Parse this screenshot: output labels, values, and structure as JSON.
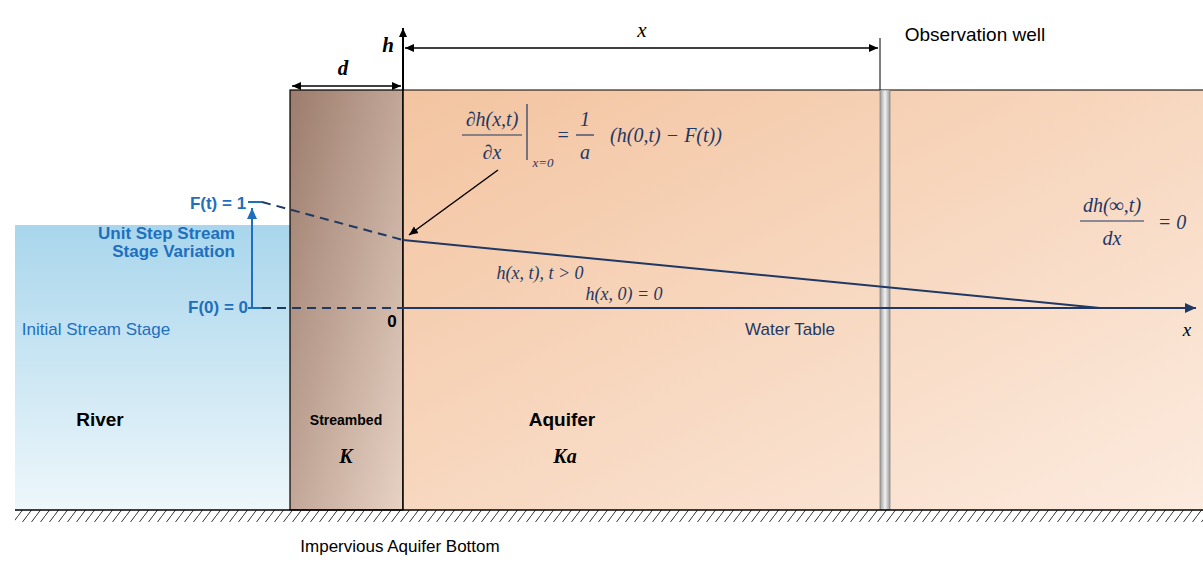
{
  "diagram": {
    "nodes": [
      {
        "text": [
          "River"
        ]
      },
      {
        "text": [
          "Streambed",
          "K"
        ]
      },
      {
        "text": [
          "Aquifer",
          "Ka"
        ]
      }
    ],
    "labels": [
      "h",
      "Observation well",
      "x",
      "d",
      "∂h(x,t)",
      "∂x",
      "x=0",
      "=",
      "1",
      "a",
      "(h(0,t) − F(t))",
      "F(t) = 1",
      "Unit Step Stream Stage Variation",
      "F(0) = 0",
      "Initial Stream Stage",
      "0",
      "h(x, t), t > 0",
      "h(x, 0) = 0",
      "dh(∞,t)",
      "dx",
      "= 0",
      "Water Table",
      "x",
      "Impervious Aquifer Bottom"
    ]
  }
}
